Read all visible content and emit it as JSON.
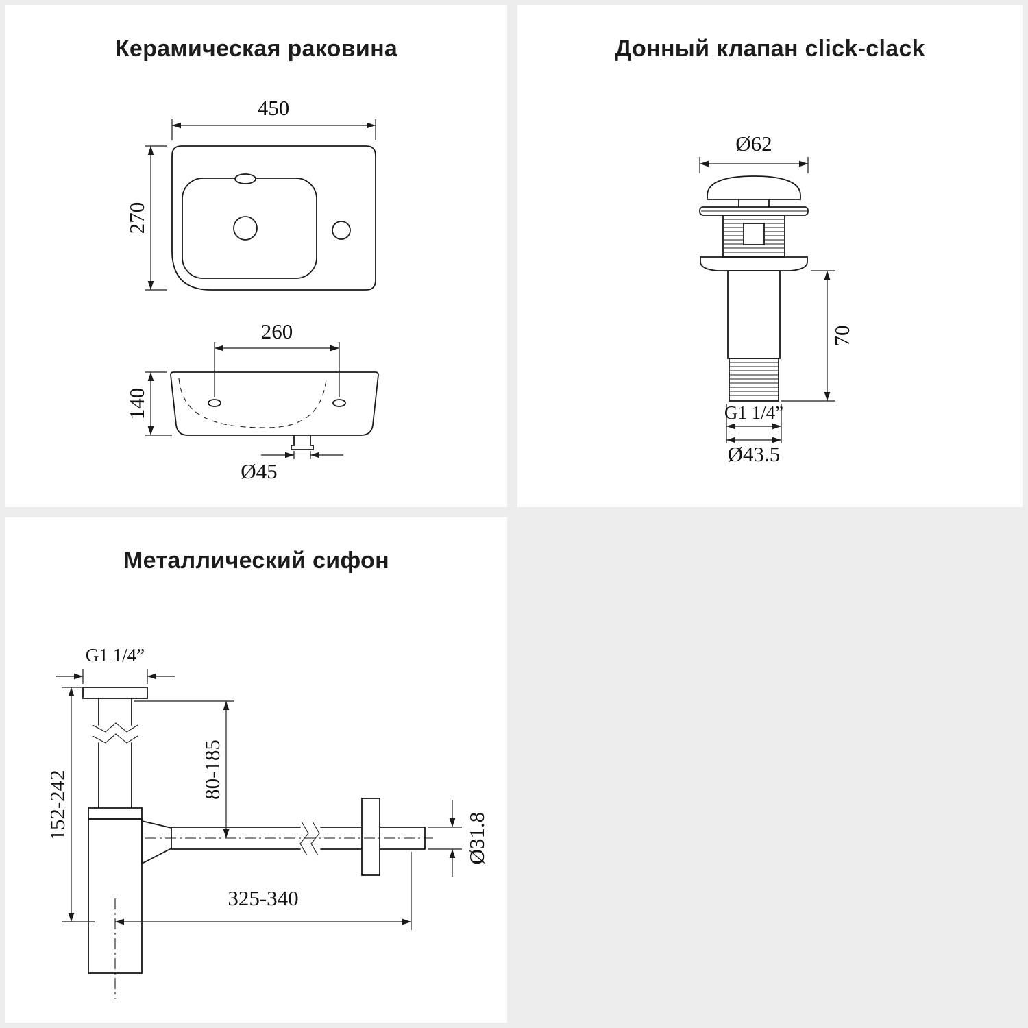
{
  "page": {
    "background": "#ededed",
    "panel_background": "#ffffff",
    "line_color": "#1a1a1a"
  },
  "sink_panel": {
    "title": "Керамическая раковина",
    "dim_width": "450",
    "dim_depth": "270",
    "dim_hole_spacing": "260",
    "dim_height": "140",
    "dim_drain_diameter": "Ø45"
  },
  "valve_panel": {
    "title": "Донный клапан click-clack",
    "dim_cap_diameter": "Ø62",
    "dim_body_height": "70",
    "dim_thread": "G1 1/4”",
    "dim_thread_diameter": "Ø43.5"
  },
  "siphon_panel": {
    "title": "Металлический сифон",
    "dim_thread": "G1 1/4”",
    "dim_inlet_height": "80-185",
    "dim_total_height": "152-242",
    "dim_pipe_diameter": "Ø31.8",
    "dim_pipe_length": "325-340"
  }
}
